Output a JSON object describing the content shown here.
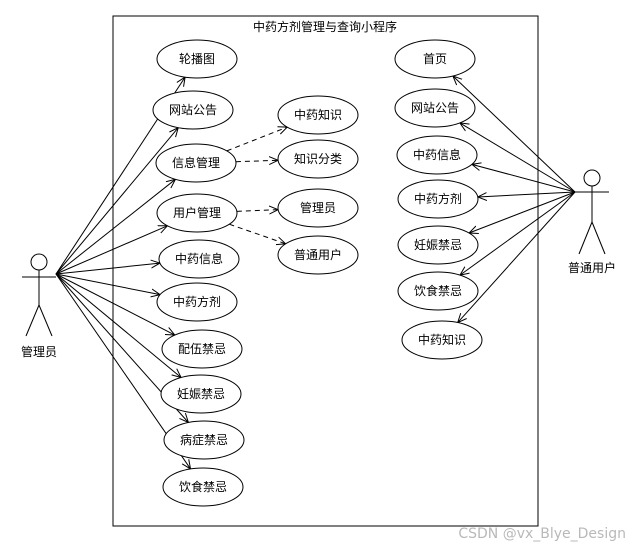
{
  "system": {
    "title": "中药方剂管理与查询小程序"
  },
  "actors": {
    "admin": {
      "label": "管理员"
    },
    "user": {
      "label": "普通用户"
    }
  },
  "admin_cases": [
    {
      "id": "banner",
      "label": "轮播图"
    },
    {
      "id": "notice-admin",
      "label": "网站公告"
    },
    {
      "id": "info-mgmt",
      "label": "信息管理"
    },
    {
      "id": "user-mgmt",
      "label": "用户管理"
    },
    {
      "id": "herb-info-admin",
      "label": "中药信息"
    },
    {
      "id": "prescription-admin",
      "label": "中药方剂"
    },
    {
      "id": "compat-taboo",
      "label": "配伍禁忌"
    },
    {
      "id": "pregnancy-taboo-admin",
      "label": "妊娠禁忌"
    },
    {
      "id": "disease-taboo",
      "label": "病症禁忌"
    },
    {
      "id": "diet-taboo-admin",
      "label": "饮食禁忌"
    }
  ],
  "sub_cases": [
    {
      "id": "herb-knowledge-sub",
      "label": "中药知识",
      "parent": "info-mgmt"
    },
    {
      "id": "knowledge-category",
      "label": "知识分类",
      "parent": "info-mgmt"
    },
    {
      "id": "admin-sub",
      "label": "管理员",
      "parent": "user-mgmt"
    },
    {
      "id": "normal-user-sub",
      "label": "普通用户",
      "parent": "user-mgmt"
    }
  ],
  "user_cases": [
    {
      "id": "home",
      "label": "首页"
    },
    {
      "id": "notice-user",
      "label": "网站公告"
    },
    {
      "id": "herb-info-user",
      "label": "中药信息"
    },
    {
      "id": "prescription-user",
      "label": "中药方剂"
    },
    {
      "id": "pregnancy-taboo-user",
      "label": "妊娠禁忌"
    },
    {
      "id": "diet-taboo-user",
      "label": "饮食禁忌"
    },
    {
      "id": "herb-knowledge-user",
      "label": "中药知识"
    }
  ],
  "watermark": "CSDN @vx_Blye_Design"
}
